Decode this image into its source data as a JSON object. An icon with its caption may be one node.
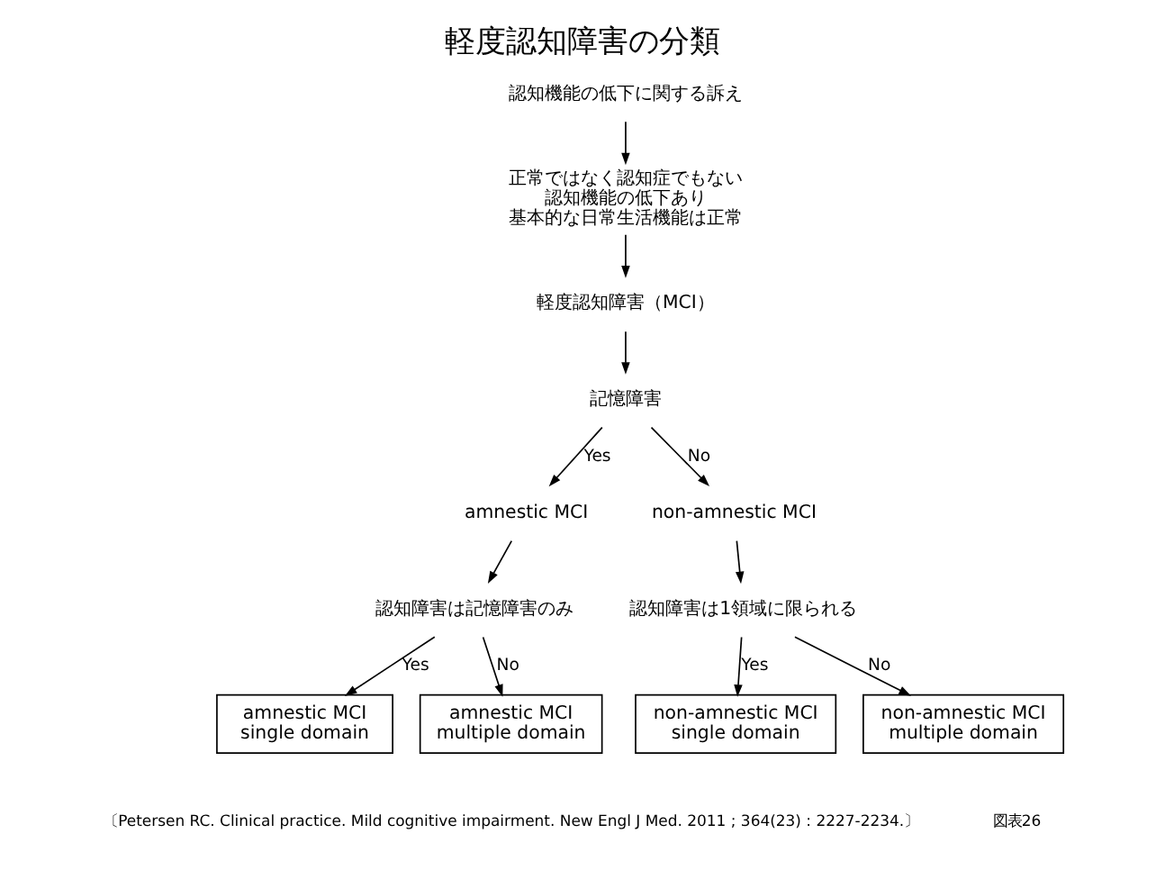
{
  "diagram": {
    "title": "軽度認知障害の分類",
    "caption": "〔Petersen RC. Clinical practice. Mild cognitive impairment. New Engl J Med. 2011 ; 364(23) : 2227-2234.〕",
    "nodes": [
      {
        "text": [
          "認知機能の低下に関する訴え"
        ]
      },
      {
        "text": [
          "正常ではなく認知症でもない",
          "認知機能の低下あり",
          "基本的な日常生活機能は正常"
        ]
      },
      {
        "text": [
          "軽度認知障害（MCI）"
        ]
      },
      {
        "text": [
          "記憶障害"
        ]
      },
      {
        "text": [
          "amnestic MCI"
        ]
      },
      {
        "text": [
          "non-amnestic MCI"
        ]
      },
      {
        "text": [
          "認知障害は記憶障害のみ"
        ]
      },
      {
        "text": [
          "認知障害は1領域に限られる"
        ]
      },
      {
        "text": [
          "amnestic MCI single domain"
        ]
      },
      {
        "text": [
          "amnestic MCI multiple domain"
        ]
      },
      {
        "text": [
          "non-amnestic MCI single domain"
        ]
      },
      {
        "text": [
          "non-amnestic MCI multiple domain"
        ]
      }
    ],
    "edges": [
      {
        "from": 0,
        "to": 1,
        "arrow": "to"
      },
      {
        "from": 1,
        "to": 2,
        "arrow": "to"
      },
      {
        "from": 2,
        "to": 3,
        "arrow": "to"
      },
      {
        "from": 3,
        "to": 4,
        "arrow": "to",
        "label": "Yes"
      },
      {
        "from": 3,
        "to": 5,
        "arrow": "to",
        "label": "No"
      },
      {
        "from": 4,
        "to": 6,
        "arrow": "to"
      },
      {
        "from": 5,
        "to": 7,
        "arrow": "to"
      },
      {
        "from": 6,
        "to": 8,
        "arrow": "to",
        "label": "Yes"
      },
      {
        "from": 6,
        "to": 9,
        "arrow": "to",
        "label": "No"
      },
      {
        "from": 7,
        "to": 10,
        "arrow": "to",
        "label": "Yes"
      },
      {
        "from": 7,
        "to": 11,
        "arrow": "to",
        "label": "No"
      }
    ],
    "labels": [
      "図表26"
    ]
  }
}
